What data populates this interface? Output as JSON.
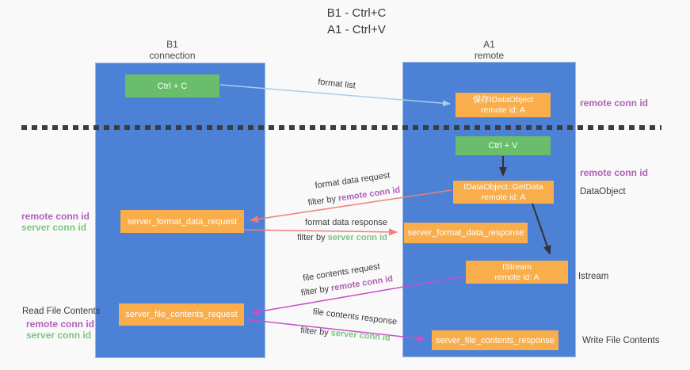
{
  "title": {
    "line1": "B1 - Ctrl+C",
    "line2": "A1 - Ctrl+V"
  },
  "columns": {
    "left": {
      "header_line1": "B1",
      "header_line2": "connection"
    },
    "right": {
      "header_line1": "A1",
      "header_line2": "remote"
    }
  },
  "boxes": {
    "ctrl_c": {
      "label": "Ctrl + C"
    },
    "save_dataobject": {
      "line1": "保存IDataObject",
      "line2": "remote id: A"
    },
    "ctrl_v": {
      "label": "Ctrl + V"
    },
    "getdata": {
      "line1": "IDataObject::GetData",
      "line2": "remote id: A"
    },
    "server_format_data_request": {
      "label": "server_format_data_request"
    },
    "server_format_data_response": {
      "label": "server_format_data_response"
    },
    "istream": {
      "line1": "IStream",
      "line2": "remote id: A"
    },
    "server_file_contents_request": {
      "label": "server_file_contents_request"
    },
    "server_file_contents_response": {
      "label": "server_file_contents_response"
    }
  },
  "side_labels": {
    "right_remote_conn_id_top": "remote conn id",
    "right_remote_conn_id_mid": "remote conn id",
    "dataobject": "DataObject",
    "istream": "Istream",
    "write_file_contents": "Write File Contents",
    "left_remote_conn_id": "remote conn id",
    "left_server_conn_id": "server conn id",
    "read_file_contents": "Read File Contents",
    "read_remote_conn_id": "remote conn id",
    "read_server_conn_id": "server conn id"
  },
  "arrow_labels": {
    "format_list": "format list",
    "format_data_request": "format data request",
    "format_data_request_filter_prefix": "filter by ",
    "format_data_request_filter_id": "remote conn id",
    "format_data_response": "format data response",
    "format_data_response_filter_prefix": "filter by ",
    "format_data_response_filter_id": "server conn id",
    "file_contents_request": "file contents request",
    "file_contents_request_filter_prefix": "filter by ",
    "file_contents_request_filter_id": "remote conn id",
    "file_contents_response": "file contents response",
    "file_contents_response_filter_prefix": "filter by ",
    "file_contents_response_filter_id": "server conn id"
  },
  "colors": {
    "column_blue": "#4c81d6",
    "box_orange": "#f9ad4b",
    "box_green": "#6abd6b",
    "arrow_light_blue": "#a8cfe9",
    "arrow_red": "#ed7f78",
    "arrow_magenta": "#c84fc8",
    "arrow_black": "#333333",
    "label_purple": "#b060b8",
    "label_green": "#7cc57f",
    "divider_dark": "#3d3d3d",
    "background": "#f9f9f9"
  }
}
